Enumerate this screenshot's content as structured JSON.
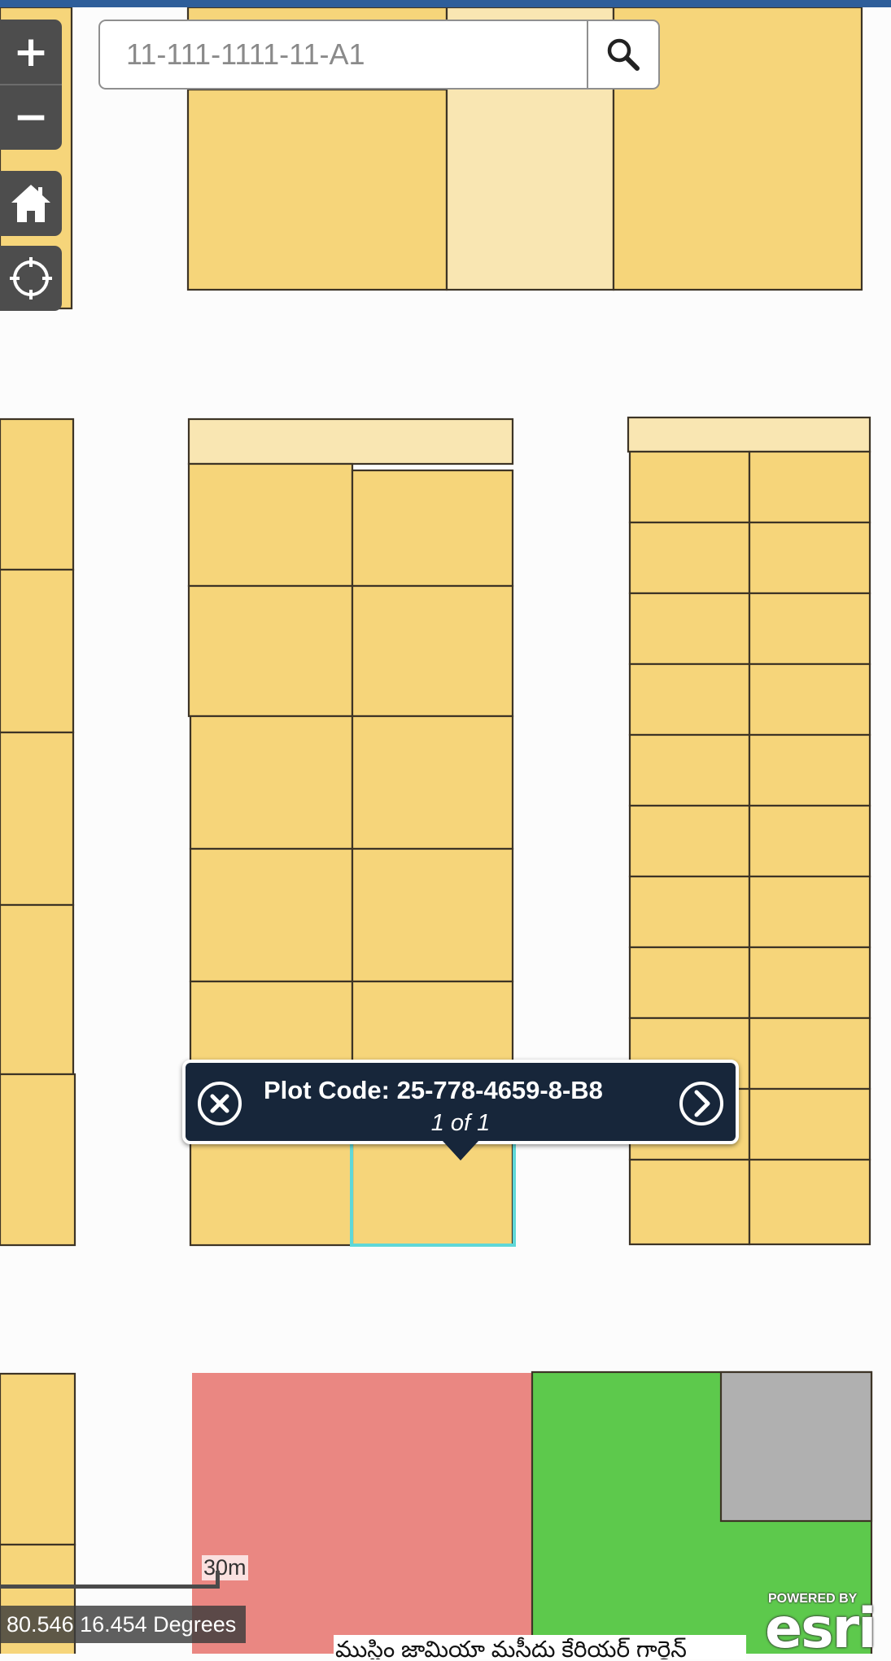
{
  "search": {
    "placeholder": "11-111-1111-11-A1",
    "button_icon": "search-icon"
  },
  "controls": {
    "zoom_in_label": "+",
    "zoom_out_label": "−",
    "home_icon": "home-icon",
    "locate_icon": "locate-icon"
  },
  "popup": {
    "title": "Plot Code: 25-778-4659-8-B8",
    "count": "1 of 1",
    "close_icon": "close-icon",
    "next_icon": "chevron-right-icon"
  },
  "scalebar": {
    "label": "30m"
  },
  "coordinates": {
    "text": "80.546 16.454 Degrees"
  },
  "attribution": {
    "text": "ముస్లిం జామియా మసీదు కేరియర్ గార్డెన్"
  },
  "branding": {
    "powered_by": "POWERED BY",
    "logo_text": "esri"
  },
  "colors": {
    "topbar": "#2e5e9a",
    "background": "#fcfcfc",
    "parcel_fill": "#f6d57a",
    "parcel_light_fill": "#f9e6b2",
    "parcel_stroke": "#3d3426",
    "selected_outline": "#5fd8d8",
    "red_zone": "#ea8782",
    "green_zone": "#5dc94c",
    "gray_zone": "#b0b0b0",
    "popup_bg": "#17263a",
    "control_bg": "#4d4d4d"
  }
}
